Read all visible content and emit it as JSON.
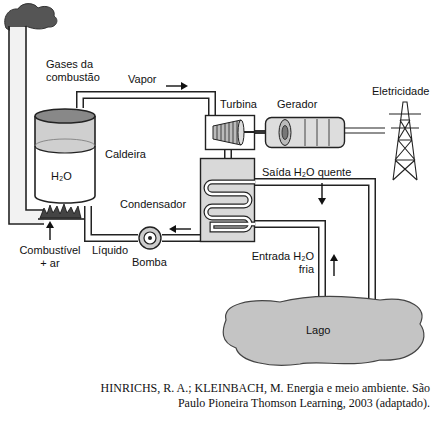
{
  "diagram": {
    "caption": "HINRICHS, R. A.; KLEINBACH, M. Energia e meio ambiente. São Paulo Pioneira Thomson Learning, 2003 (adaptado).",
    "nodes": [
      {
        "text": [
          "Caldeira",
          "H₂O"
        ]
      },
      {
        "text": [
          "Turbina"
        ]
      },
      {
        "text": [
          "Gerador"
        ]
      },
      {
        "text": [
          "Condensador"
        ]
      },
      {
        "text": [
          "Bomba"
        ]
      },
      {
        "text": [
          "Lago"
        ]
      },
      {
        "text": [
          "Eletricidade"
        ]
      }
    ],
    "edges": [
      {
        "from": 0,
        "to": 1,
        "arrow": "to",
        "label": "Vapor"
      },
      {
        "from": 1,
        "to": 2,
        "arrow": "none"
      },
      {
        "from": 1,
        "to": 3,
        "arrow": "none"
      },
      {
        "from": 3,
        "to": 4,
        "arrow": "to",
        "label": "Líquido"
      },
      {
        "from": 4,
        "to": 0,
        "arrow": "none"
      },
      {
        "from": 3,
        "to": 5,
        "arrow": "to",
        "label": "Saída H₂O quente"
      },
      {
        "from": 5,
        "to": 3,
        "arrow": "to",
        "label": "Entrada H₂O fria"
      },
      {
        "from": 2,
        "to": 6,
        "arrow": "none"
      }
    ],
    "labels": [
      "Gases da combustão",
      "Combustível + ar"
    ]
  }
}
